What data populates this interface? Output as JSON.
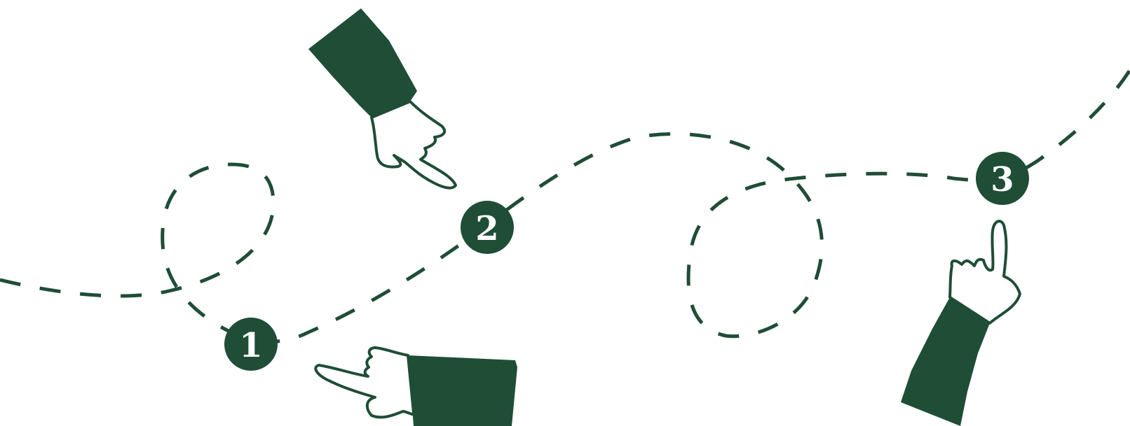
{
  "colors": {
    "ink": "#1f4d36",
    "paper": "#ffffff"
  },
  "steps": [
    {
      "label": "1"
    },
    {
      "label": "2"
    },
    {
      "label": "3"
    }
  ],
  "hands": [
    {
      "icon": "pointing-hand-down-right-icon"
    },
    {
      "icon": "pointing-hand-left-icon"
    },
    {
      "icon": "pointing-hand-up-icon"
    }
  ]
}
